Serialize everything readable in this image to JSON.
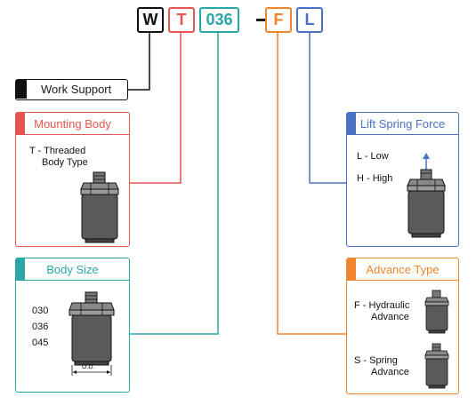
{
  "part_code": {
    "segments": [
      {
        "text": "W",
        "color": "#111111"
      },
      {
        "text": "T",
        "color": "#e85450"
      },
      {
        "text": "036",
        "color": "#2ba6a6"
      },
      {
        "text": "F",
        "color": "#f0852e"
      },
      {
        "text": "L",
        "color": "#4a72c4"
      }
    ],
    "separator": "–"
  },
  "work_support": {
    "label": "Work Support"
  },
  "panels": {
    "mounting_body": {
      "title": "Mounting Body",
      "color": "#e85450",
      "options": [
        "T - Threaded",
        "Body Type"
      ]
    },
    "body_size": {
      "title": "Body Size",
      "color": "#2ba6a6",
      "options": [
        "030",
        "036",
        "045"
      ],
      "dimension_label": "O.D."
    },
    "lift_spring_force": {
      "title": "Lift Spring Force",
      "color": "#4a72c4",
      "options": [
        "L - Low",
        "H - High"
      ]
    },
    "advance_type": {
      "title": "Advance Type",
      "color": "#f0852e",
      "options": [
        "F - Hydraulic",
        "Advance",
        "S - Spring",
        "Advance"
      ]
    }
  }
}
